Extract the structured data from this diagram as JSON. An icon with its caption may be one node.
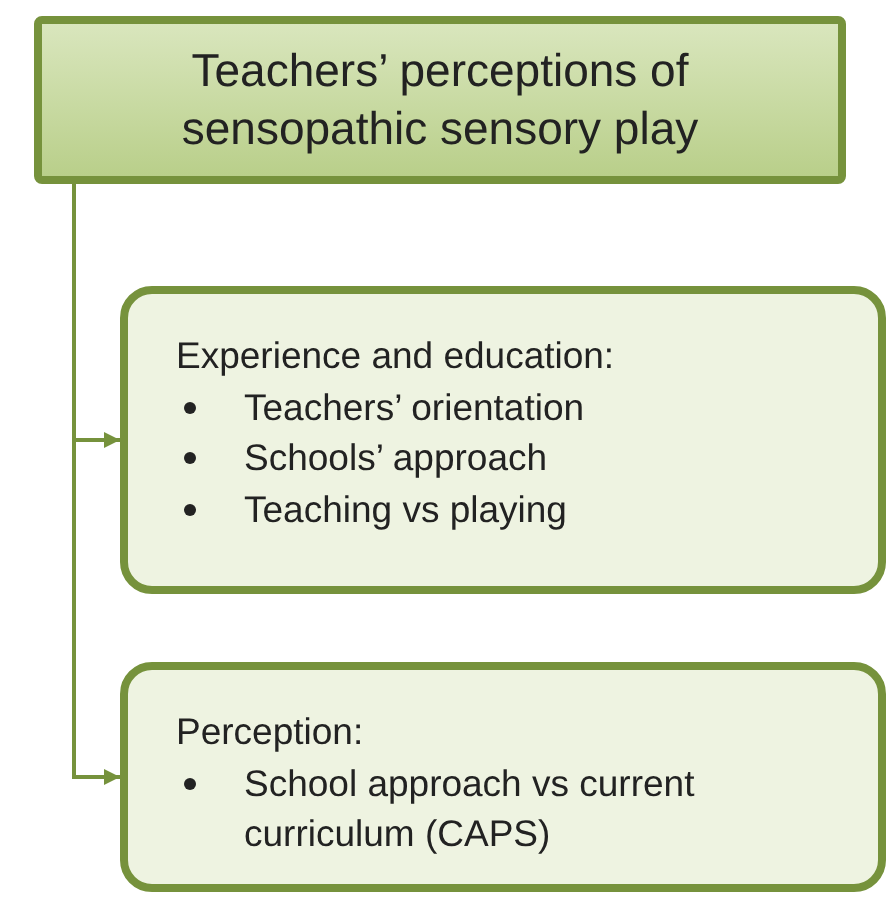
{
  "diagram": {
    "nodes": [
      {
        "text": [
          "Teachers’ perceptions of sensopathic sensory play"
        ]
      },
      {
        "text": [
          "Experience and education:",
          "Teachers’ orientation",
          "Schools’ approach",
          "Teaching vs playing"
        ]
      },
      {
        "text": [
          "Perception:",
          "School approach vs current curriculum (CAPS)"
        ]
      }
    ],
    "edges": [
      {
        "from": 0,
        "to": 1,
        "arrow": "to"
      },
      {
        "from": 0,
        "to": 2,
        "arrow": "to"
      }
    ]
  }
}
